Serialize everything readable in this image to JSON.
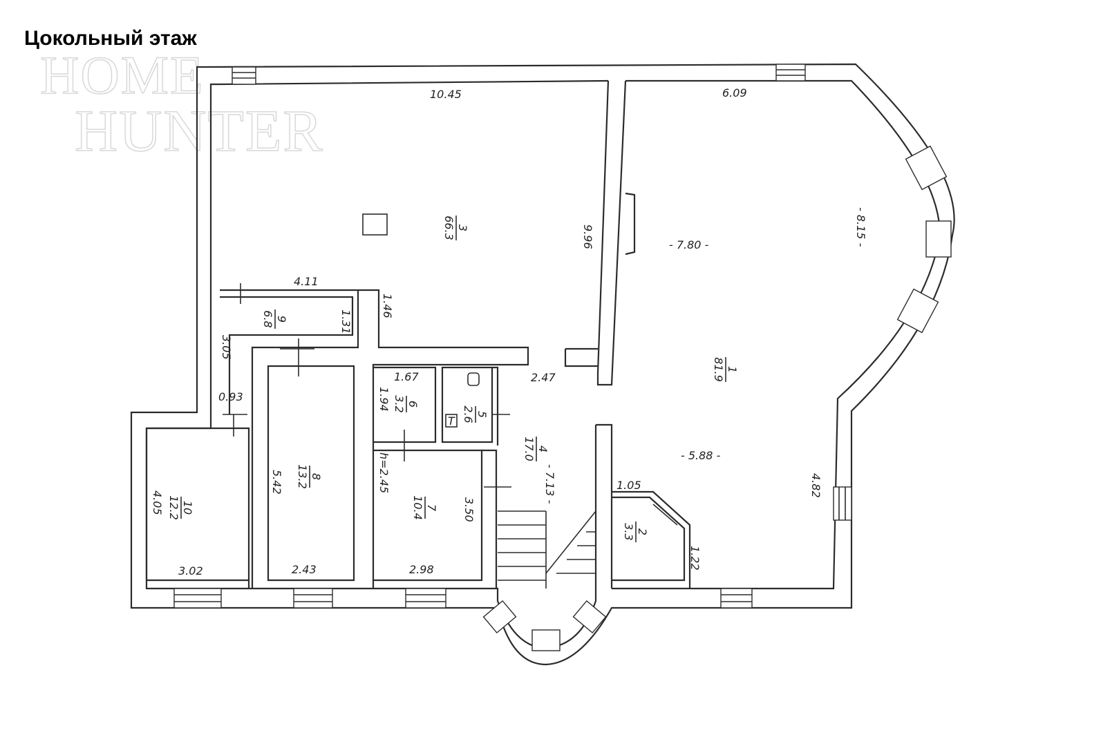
{
  "title": "Цокольный этаж",
  "watermark": {
    "line1": "HOME",
    "line2": "HUNTER"
  },
  "rooms": [
    {
      "id": "1",
      "number": "1",
      "area": "81.9"
    },
    {
      "id": "2",
      "number": "2",
      "area": "3.3"
    },
    {
      "id": "3",
      "number": "3",
      "area": "66.3"
    },
    {
      "id": "4",
      "number": "4",
      "area": "17.0"
    },
    {
      "id": "5",
      "number": "5",
      "area": "2.6"
    },
    {
      "id": "6",
      "number": "6",
      "area": "3.2"
    },
    {
      "id": "7",
      "number": "7",
      "area": "10.4"
    },
    {
      "id": "8",
      "number": "8",
      "area": "13.2"
    },
    {
      "id": "9",
      "number": "9",
      "area": "6.8"
    },
    {
      "id": "10",
      "number": "10",
      "area": "12.2"
    }
  ],
  "dimensions": {
    "d1045": "10.45",
    "d609": "6.09",
    "d815": "- 8.15 -",
    "d780": "- 7.80 -",
    "d996": "9.96",
    "d411": "4.11",
    "d131": "1.31",
    "d146": "1.46",
    "d305": "3.05",
    "d093": "0.93",
    "d247": "2.47",
    "d167": "1.67",
    "d194": "1.94",
    "h245": "h=2.45",
    "d588": "- 5.88 -",
    "d713": "- 7.13 -",
    "d105": "1.05",
    "d122": "1.22",
    "d482": "4.82",
    "d405": "4.05",
    "d542": "5.42",
    "d350": "3.50",
    "d302": "3.02",
    "d243": "2.43",
    "d298": "2.98"
  },
  "colors": {
    "line": "#2b2b2b",
    "background": "#ffffff",
    "watermark": "#d8d8d8"
  }
}
